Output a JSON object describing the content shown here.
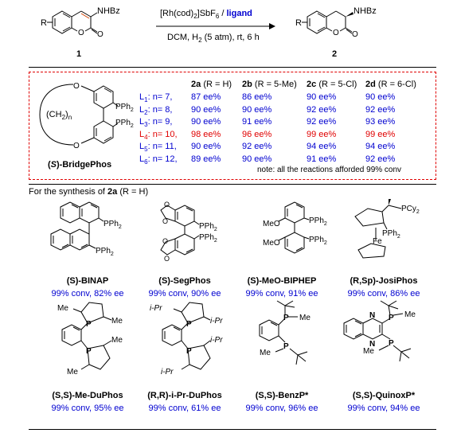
{
  "scheme": {
    "reagent_top": "[Rh(cod)",
    "reagent_top_sub": "2",
    "reagent_top_mid": "]SbF",
    "reagent_top_sub2": "6",
    "reagent_top_sep": " / ",
    "ligand_word": "ligand",
    "conditions_bottom": "DCM, H",
    "conditions_sub": "2",
    "conditions_bottom_rest": " (5 atm), rt, 6 h",
    "substrate_num": "1",
    "product_num": "2",
    "label_R": "R",
    "label_NHBz": "NHBz",
    "label_O": "O"
  },
  "table": {
    "ligand_name_prefix": "(",
    "ligand_name_S": "S",
    "ligand_name_suffix": ")-BridgePhos",
    "chain_label": "(CH",
    "chain_sub": "2",
    "chain_n": "n",
    "pph2": "PPh",
    "pph2_sub": "2",
    "columns": [
      {
        "id": "2a",
        "cond": "(R = H)"
      },
      {
        "id": "2b",
        "cond": "(R = 5-Me)"
      },
      {
        "id": "2c",
        "cond": "(R = 5-Cl)"
      },
      {
        "id": "2d",
        "cond": "(R = 6-Cl)"
      }
    ],
    "rows": [
      {
        "L": "L",
        "sub": "1",
        "n": ": n= 7,",
        "v": [
          "87 ee%",
          "86 ee%",
          "90 ee%",
          "90 ee%"
        ],
        "highlight": false
      },
      {
        "L": "L",
        "sub": "2",
        "n": ": n= 8,",
        "v": [
          "90 ee%",
          "90 ee%",
          "92 ee%",
          "92 ee%"
        ],
        "highlight": false
      },
      {
        "L": "L",
        "sub": "3",
        "n": ": n= 9,",
        "v": [
          "90 ee%",
          "91 ee%",
          "92 ee%",
          "93 ee%"
        ],
        "highlight": false
      },
      {
        "L": "L",
        "sub": "4",
        "n": ": n= 10,",
        "v": [
          "98 ee%",
          "96 ee%",
          "99 ee%",
          "99 ee%"
        ],
        "highlight": true
      },
      {
        "L": "L",
        "sub": "5",
        "n": ": n= 11,",
        "v": [
          "90 ee%",
          "92 ee%",
          "94 ee%",
          "94 ee%"
        ],
        "highlight": false
      },
      {
        "L": "L",
        "sub": "6",
        "n": ": n= 12,",
        "v": [
          "89 ee%",
          "90 ee%",
          "91 ee%",
          "92 ee%"
        ],
        "highlight": false
      }
    ],
    "note": "note: all the reactions afforded 99% conv"
  },
  "synthesis_heading_pre": "For the synthesis of ",
  "synthesis_heading_bold": "2a",
  "synthesis_heading_post": " (R = H)",
  "catalysts": [
    {
      "name": "(S)-BINAP",
      "result": "99% conv, 82% ee"
    },
    {
      "name": "(S)-SegPhos",
      "result": "99% conv, 90% ee"
    },
    {
      "name": "(S)-MeO-BIPHEP",
      "result": "99% conv, 91% ee"
    },
    {
      "name": "(R,Sp)-JosiPhos",
      "result": "99% conv, 86% ee"
    },
    {
      "name": "(S,S)-Me-DuPhos",
      "result": "99% conv, 95% ee"
    },
    {
      "name": "(R,R)-i-Pr-DuPhos",
      "result": "99% conv, 61% ee"
    },
    {
      "name": "(S,S)-BenzP*",
      "result": "99% conv, 96% ee"
    },
    {
      "name": "(S,S)-QuinoxP*",
      "result": "99% conv, 94% ee"
    }
  ],
  "struct_labels": {
    "pph2": "PPh",
    "sub2": "2",
    "pcy2": "PCy",
    "meo": "MeO",
    "fe": "Fe",
    "me": "Me",
    "ipr": "i-Pr",
    "p": "P",
    "n": "N"
  },
  "colors": {
    "blue": "#0000d0",
    "red": "#e00000",
    "dash_border": "#e00000"
  }
}
